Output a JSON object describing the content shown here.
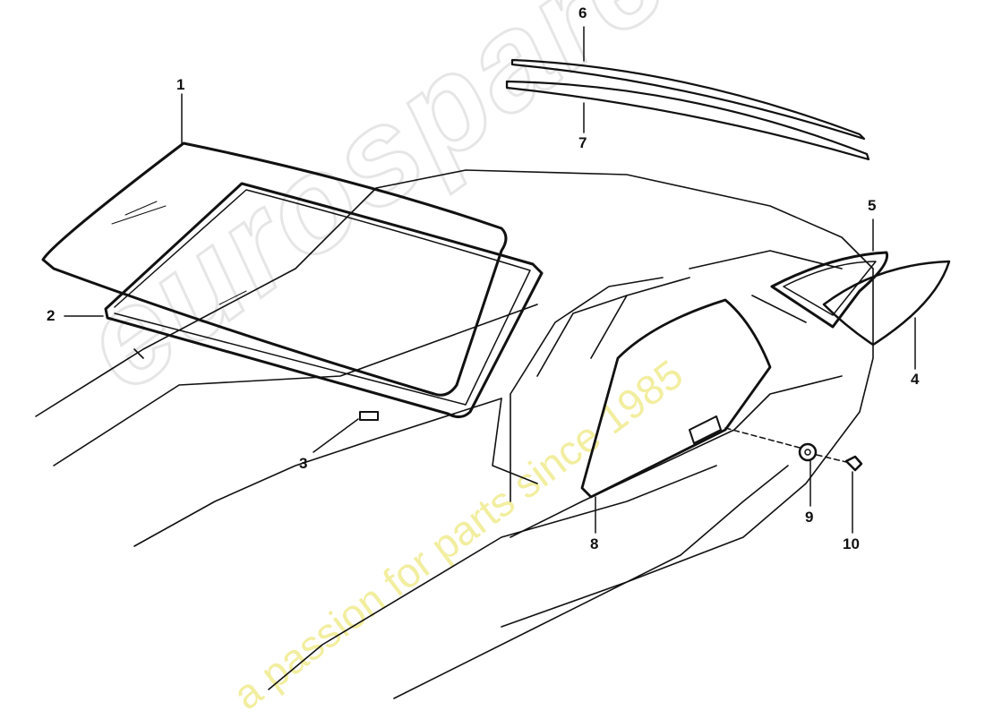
{
  "watermark": {
    "brand": "eurospares",
    "tagline": "a passion for parts since 1985",
    "tagline_color": "#f2eea0"
  },
  "callouts": [
    "1",
    "2",
    "3",
    "4",
    "5",
    "6",
    "7",
    "8",
    "9",
    "10"
  ]
}
